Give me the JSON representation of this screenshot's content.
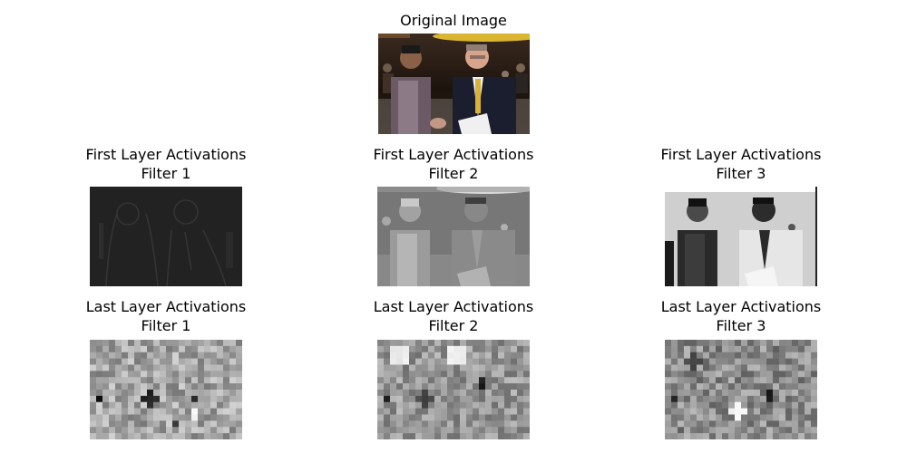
{
  "figure": {
    "original": {
      "title": "Original Image"
    },
    "panels": [
      {
        "line1": "First Layer Activations",
        "line2": "Filter 1"
      },
      {
        "line1": "First Layer Activations",
        "line2": "Filter 2"
      },
      {
        "line1": "First Layer Activations",
        "line2": "Filter 3"
      },
      {
        "line1": "Last Layer Activations",
        "line2": "Filter 1"
      },
      {
        "line1": "Last Layer Activations",
        "line2": "Filter 2"
      },
      {
        "line1": "Last Layer Activations",
        "line2": "Filter 3"
      }
    ]
  }
}
